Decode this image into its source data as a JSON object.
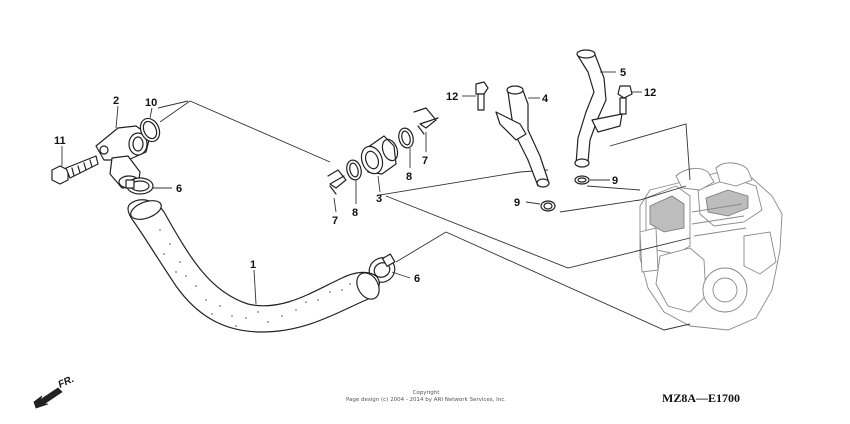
{
  "diagram": {
    "callouts": {
      "c1": "1",
      "c2": "2",
      "c3": "3",
      "c4": "4",
      "c5": "5",
      "c6a": "6",
      "c6b": "6",
      "c7a": "7",
      "c7b": "7",
      "c8a": "8",
      "c8b": "8",
      "c9a": "9",
      "c9b": "9",
      "c10": "10",
      "c11": "11",
      "c12a": "12",
      "c12b": "12"
    },
    "direction_label": "FR.",
    "copyright_line1": "Copyright",
    "copyright_line2": "Page design (c) 2004 - 2014 by ARI Network Services, Inc.",
    "diagram_code": "MZ8A—E1700"
  },
  "icons": {
    "front_arrow": "arrow-down-left-icon"
  }
}
